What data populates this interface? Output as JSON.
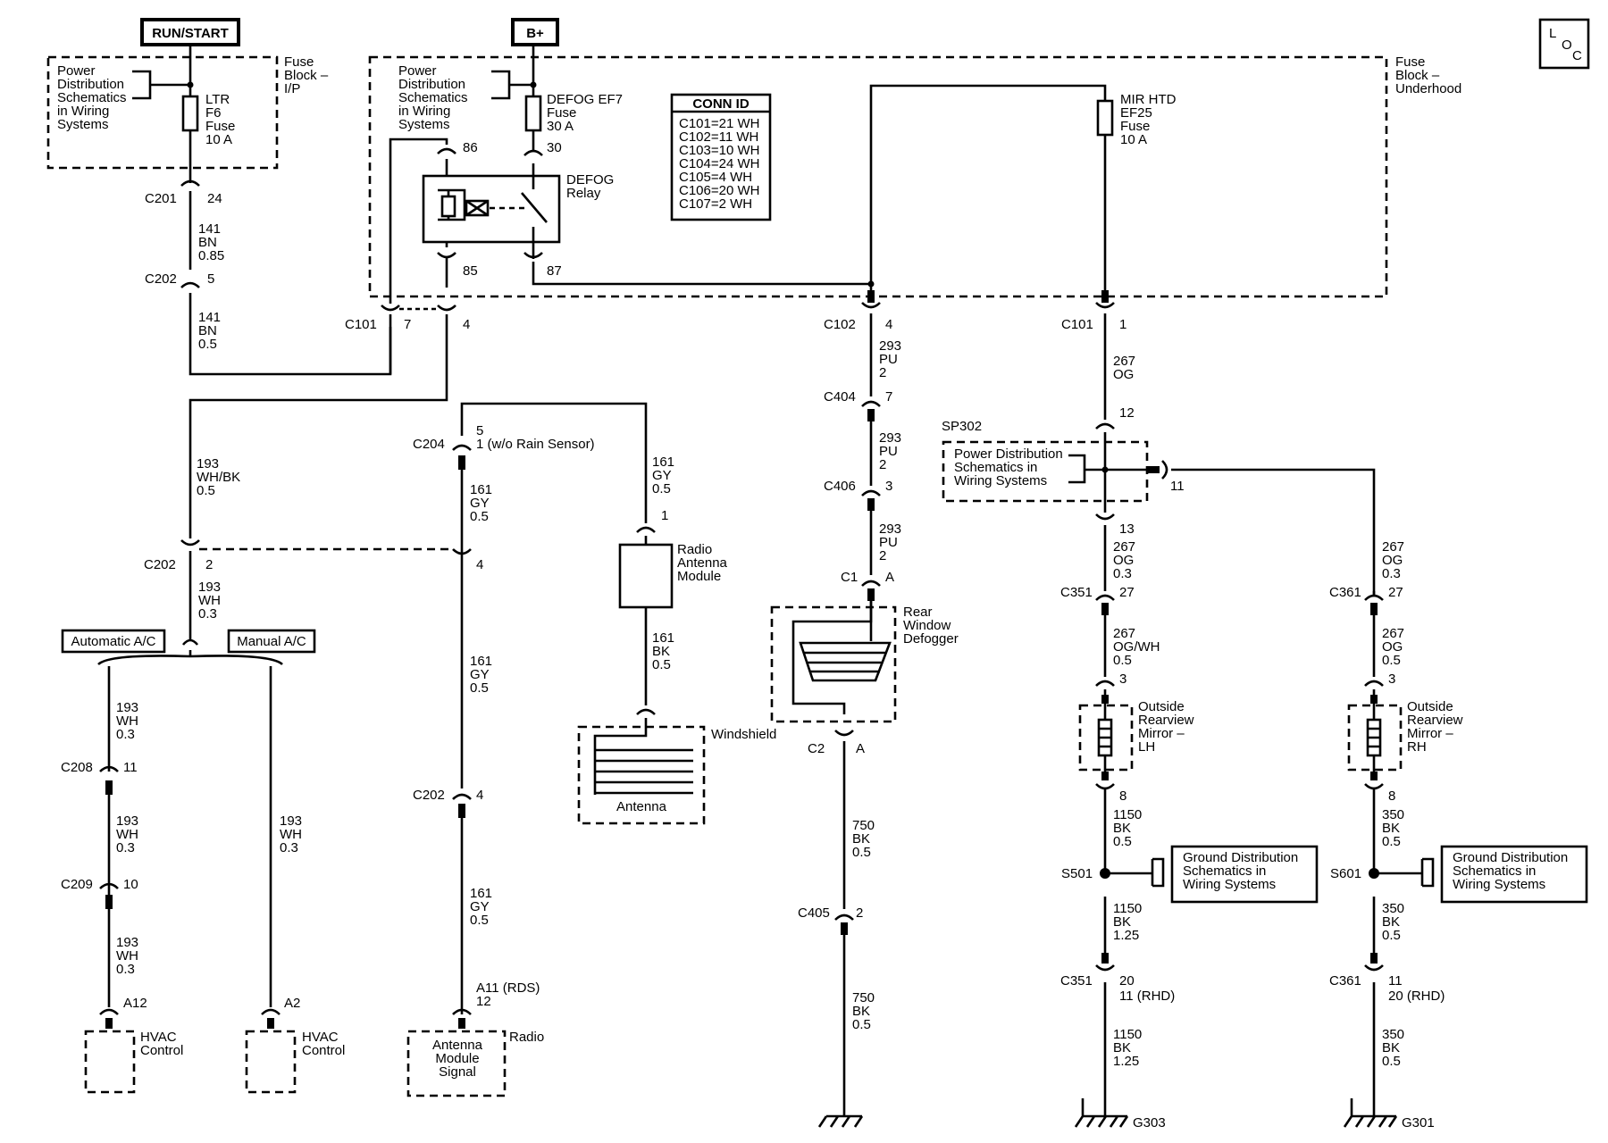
{
  "loc_mark": [
    "L",
    "O",
    "C"
  ],
  "power_labels": {
    "run_start": "RUN/START",
    "b_plus": "B+"
  },
  "fuse_block_ip": {
    "title": [
      "Fuse",
      "Block –",
      "I/P"
    ],
    "pd_note": [
      "Power",
      "Distribution",
      "Schematics",
      "in Wiring",
      "Systems"
    ],
    "fuse": [
      "LTR",
      "F6",
      "Fuse",
      "10 A"
    ]
  },
  "fuse_block_underhood": {
    "title": [
      "Fuse",
      "Block –",
      "Underhood"
    ],
    "pd_note": [
      "Power",
      "Distribution",
      "Schematics",
      "in Wiring",
      "Systems"
    ],
    "defog_fuse": [
      "DEFOG EF7",
      "Fuse",
      "30 A"
    ],
    "mir_fuse": [
      "MIR HTD",
      "EF25",
      "Fuse",
      "10 A"
    ],
    "relay": [
      "DEFOG",
      "Relay"
    ],
    "pins": {
      "p86": "86",
      "p30": "30",
      "p85": "85",
      "p87": "87"
    }
  },
  "conn_id": {
    "title": "CONN ID",
    "rows": [
      "C101=21 WH",
      "C102=11 WH",
      "C103=10 WH",
      "C104=24 WH",
      "C105=4 WH",
      "C106=20 WH",
      "C107=2 WH"
    ]
  },
  "connectors": {
    "c201": {
      "name": "C201",
      "pin": "24"
    },
    "c202_top": {
      "name": "C202",
      "pin": "5"
    },
    "c101_left": {
      "name": "C101",
      "pin_a": "7",
      "pin_b": "4"
    },
    "c102": {
      "name": "C102",
      "pin": "4"
    },
    "c101_right": {
      "name": "C101",
      "pin": "1"
    },
    "c404": {
      "name": "C404",
      "pin": "7"
    },
    "c406": {
      "name": "C406",
      "pin": "3"
    },
    "c1": {
      "name": "C1",
      "pin": "A"
    },
    "c2": {
      "name": "C2",
      "pin": "A"
    },
    "c405": {
      "name": "C405",
      "pin": "2"
    },
    "c204": {
      "name": "C204",
      "pin": [
        "5",
        "1 (w/o Rain Sensor)"
      ]
    },
    "c202_mid": {
      "name": "C202",
      "pin": "2"
    },
    "c202_right_pin": "4",
    "c202_low": {
      "name": "C202",
      "pin": "4"
    },
    "c208": {
      "name": "C208",
      "pin": "11"
    },
    "c209": {
      "name": "C209",
      "pin": "10"
    },
    "sp302": {
      "name": "SP302",
      "pin_in": "12",
      "pin_out": "13",
      "pin_side": "11"
    },
    "c351_top": {
      "name": "C351",
      "pin": "27"
    },
    "c361_top": {
      "name": "C361",
      "pin": "27"
    },
    "mirror_lh_pins": {
      "top": "3",
      "bottom": "8"
    },
    "mirror_rh_pins": {
      "top": "3",
      "bottom": "8"
    },
    "s501": "S501",
    "s601": "S601",
    "c351_low": {
      "name": "C351",
      "pin": [
        "20",
        "11 (RHD)"
      ]
    },
    "c361_low": {
      "name": "C361",
      "pin": [
        "11",
        "20 (RHD)"
      ]
    },
    "radio_mod_pin": "1",
    "hvac_auto_pin": "A12",
    "hvac_man_pin": "A2",
    "radio_pin": [
      "A11 (RDS)",
      "12"
    ]
  },
  "wires": {
    "w141a": [
      "141",
      "BN",
      "0.85"
    ],
    "w141b": [
      "141",
      "BN",
      "0.5"
    ],
    "w193wb": [
      "193",
      "WH/BK",
      "0.5"
    ],
    "w193a": [
      "193",
      "WH",
      "0.3"
    ],
    "w193b": [
      "193",
      "WH",
      "0.3"
    ],
    "w193c": [
      "193",
      "WH",
      "0.3"
    ],
    "w193d": [
      "193",
      "WH",
      "0.3"
    ],
    "w193e": [
      "193",
      "WH",
      "0.3"
    ],
    "w161a": [
      "161",
      "GY",
      "0.5"
    ],
    "w161b": [
      "161",
      "GY",
      "0.5"
    ],
    "w161c": [
      "161",
      "GY",
      "0.5"
    ],
    "w161d": [
      "161",
      "GY",
      "0.5"
    ],
    "w161e": [
      "161",
      "BK",
      "0.5"
    ],
    "w293a": [
      "293",
      "PU",
      "2"
    ],
    "w293b": [
      "293",
      "PU",
      "2"
    ],
    "w293c": [
      "293",
      "PU",
      "2"
    ],
    "w750a": [
      "750",
      "BK",
      "0.5"
    ],
    "w750b": [
      "750",
      "BK",
      "0.5"
    ],
    "w267a": [
      "267",
      "OG"
    ],
    "w267b": [
      "267",
      "OG",
      "0.3"
    ],
    "w267c": [
      "267",
      "OG/WH",
      "0.5"
    ],
    "w267d": [
      "267",
      "OG",
      "0.3"
    ],
    "w267e": [
      "267",
      "OG",
      "0.5"
    ],
    "w1150a": [
      "1150",
      "BK",
      "0.5"
    ],
    "w1150b": [
      "1150",
      "BK",
      "1.25"
    ],
    "w1150c": [
      "1150",
      "BK",
      "1.25"
    ],
    "w350a": [
      "350",
      "BK",
      "0.5"
    ],
    "w350b": [
      "350",
      "BK",
      "0.5"
    ],
    "w350c": [
      "350",
      "BK",
      "0.5"
    ]
  },
  "components": {
    "auto_ac": "Automatic A/C",
    "manual_ac": "Manual A/C",
    "hvac_auto": [
      "HVAC",
      "Control"
    ],
    "hvac_man": [
      "HVAC",
      "Control"
    ],
    "radio_module": [
      "Radio",
      "Antenna",
      "Module"
    ],
    "windshield": "Windshield",
    "antenna": "Antenna",
    "radio_label": "Radio",
    "radio_inner": [
      "Antenna",
      "Module",
      "Signal"
    ],
    "defogger": [
      "Rear",
      "Window",
      "Defogger"
    ],
    "sp302_note": [
      "Power Distribution",
      "Schematics in",
      "Wiring Systems"
    ],
    "mirror_lh": [
      "Outside",
      "Rearview",
      "Mirror –",
      "LH"
    ],
    "mirror_rh": [
      "Outside",
      "Rearview",
      "Mirror –",
      "RH"
    ],
    "ground_note_l": [
      "Ground Distribution",
      "Schematics in",
      "Wiring Systems"
    ],
    "ground_note_r": [
      "Ground Distribution",
      "Schematics in",
      "Wiring Systems"
    ],
    "g303": "G303",
    "g301": "G301"
  }
}
